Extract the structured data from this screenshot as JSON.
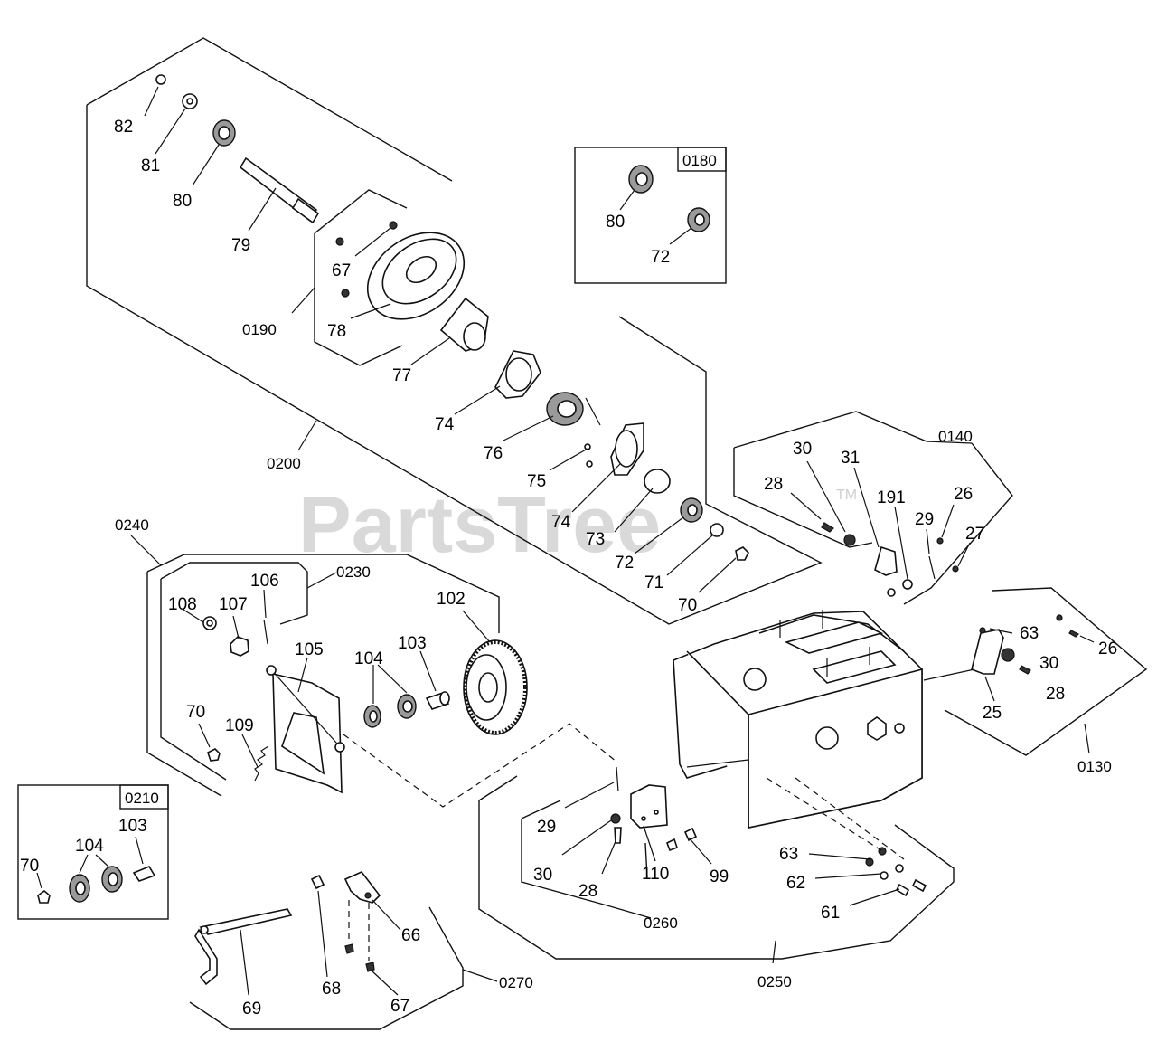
{
  "watermark": {
    "text": "PartsTree",
    "trademark": "TM"
  },
  "groups": {
    "g0200": "0200",
    "g0190": "0190",
    "g0180": "0180",
    "g0140": "0140",
    "g0130": "0130",
    "g0240": "0240",
    "g0230": "0230",
    "g0210": "0210",
    "g0260": "0260",
    "g0250": "0250",
    "g0270": "0270"
  },
  "callouts": [
    "82",
    "81",
    "80",
    "79",
    "67",
    "78",
    "77",
    "74",
    "76",
    "75",
    "74",
    "73",
    "72",
    "71",
    "70",
    "80",
    "72",
    "30",
    "31",
    "28",
    "191",
    "29",
    "26",
    "27",
    "63",
    "26",
    "30",
    "28",
    "25",
    "102",
    "106",
    "108",
    "107",
    "105",
    "104",
    "103",
    "70",
    "109",
    "70",
    "104",
    "103",
    "29",
    "30",
    "28",
    "110",
    "99",
    "63",
    "62",
    "61",
    "66",
    "68",
    "67",
    "69"
  ]
}
